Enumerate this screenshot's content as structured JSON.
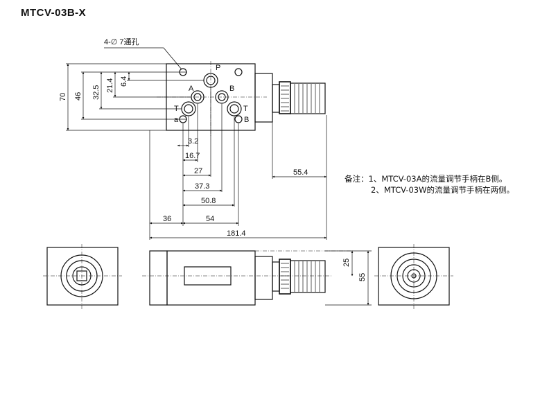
{
  "title": "MTCV-03B-X",
  "hole_callout": "4-∅ 7通孔",
  "port_labels": {
    "P": "P",
    "A": "A",
    "B": "B",
    "T_left": "T",
    "T_right": "T",
    "a": "a",
    "b": "B"
  },
  "vertical_dims": {
    "d70": "70",
    "d46": "46",
    "d32_5": "32.5",
    "d21_4": "21.4",
    "d6_4": "6.4"
  },
  "horizontal_dims": {
    "d3_2": "3.2",
    "d16_7": "16.7",
    "d27": "27",
    "d37_3": "37.3",
    "d50_8": "50.8",
    "d36": "36",
    "d54": "54",
    "d181_4": "181.4",
    "d55_4": "55.4"
  },
  "side_dims": {
    "d25": "25",
    "d55": "55"
  },
  "notes": {
    "label": "备注：",
    "line1": "1、MTCV-03A的流量调节手柄在B侧。",
    "line2": "2、MTCV-03W的流量调节手柄在两侧。"
  }
}
